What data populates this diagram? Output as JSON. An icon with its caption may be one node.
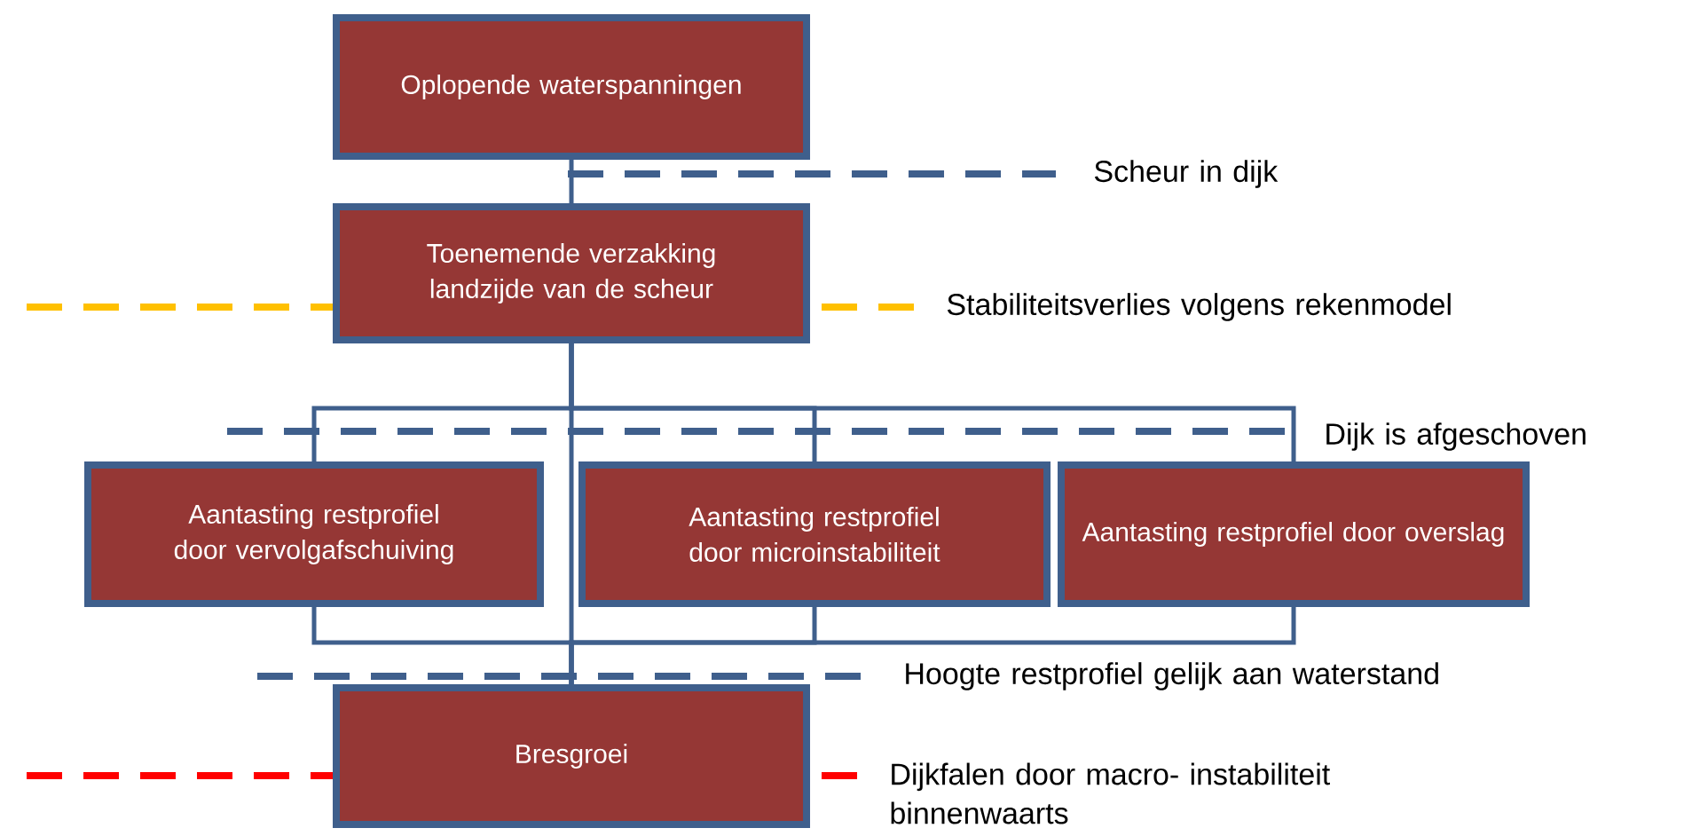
{
  "diagram": {
    "nodes": [
      {
        "text": [
          "Oplopende waterspanningen"
        ]
      },
      {
        "text": [
          "Toenemende verzakking landzijde van de scheur"
        ]
      },
      {
        "text": [
          "Aantasting restprofiel door vervolgafschuiving"
        ]
      },
      {
        "text": [
          "Aantasting restprofiel door microinstabiliteit"
        ]
      },
      {
        "text": [
          "Aantasting restprofiel door overslag"
        ]
      },
      {
        "text": [
          "Bresgroei"
        ]
      }
    ],
    "edges": [
      {
        "from": 0,
        "to": 1,
        "arrow": "none"
      },
      {
        "from": 1,
        "to": 2,
        "arrow": "none"
      },
      {
        "from": 1,
        "to": 3,
        "arrow": "none"
      },
      {
        "from": 1,
        "to": 4,
        "arrow": "none"
      },
      {
        "from": 1,
        "to": 5,
        "arrow": "none"
      },
      {
        "from": 2,
        "to": 5,
        "arrow": "none"
      },
      {
        "from": 3,
        "to": 5,
        "arrow": "none"
      },
      {
        "from": 4,
        "to": 5,
        "arrow": "none"
      }
    ],
    "labels": [
      "Scheur in dijk",
      "Stabiliteitsverlies volgens rekenmodel",
      "Dijk is afgeschoven",
      "Hoogte restprofiel gelijk aan waterstand",
      "Dijkfalen door macro- instabiliteit binnenwaarts"
    ]
  }
}
